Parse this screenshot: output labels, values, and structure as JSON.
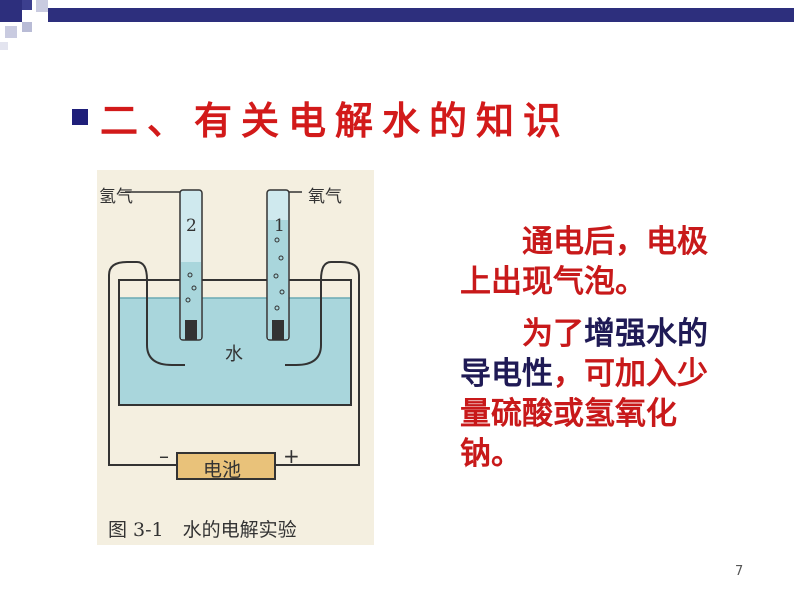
{
  "slide": {
    "title": "二、有关电解水的知识",
    "figure": {
      "label_left": "氢气",
      "label_right": "氧气",
      "tube_left_number": "2",
      "tube_right_number": "1",
      "water_label": "水",
      "battery_label": "电池",
      "minus_sign": "–",
      "plus_sign": "+",
      "caption": "图 3-1　水的电解实验"
    },
    "paragraph1": "通电后，电极上出现气泡。",
    "paragraph2": {
      "part1": "为了",
      "part2": "增强水的导电性",
      "part3": "，可加入少量硫酸或氢氧化钠。"
    },
    "page_number": "7"
  },
  "colors": {
    "title": "#d21a1a",
    "bullet": "#1f1f7a",
    "text_red": "#c8191a",
    "text_dark": "#1f1a55"
  }
}
